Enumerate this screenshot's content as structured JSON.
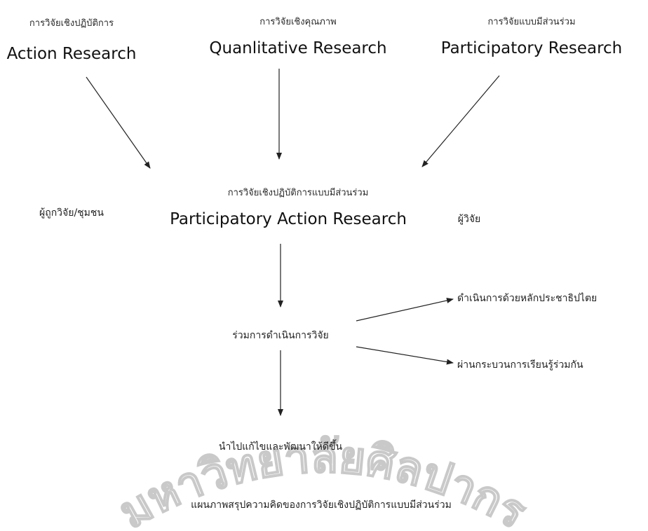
{
  "top": {
    "left": {
      "thai": "การวิจัยเชิงปฏิบัติการ",
      "english": "Action Research"
    },
    "center": {
      "thai": "การวิจัยเชิงคุณภาพ",
      "english": "Quanlitative Research"
    },
    "right": {
      "thai": "การวิจัยแบบมีส่วนร่วม",
      "english": "Participatory Research"
    }
  },
  "middle": {
    "thai": "การวิจัยเชิงปฏิบัติการแบบมีส่วนร่วม",
    "english": "Participatory Action Research",
    "left_side": "ผู้ถูกวิจัย/ชุมชน",
    "right_side": "ผู้วิจัย"
  },
  "process": {
    "step": "ร่วมการดำเนินการวิจัย",
    "branch_top": "ดำเนินการด้วยหลักประชาธิปไตย",
    "branch_bottom": "ผ่านกระบวนการเรียนรู้ร่วมกัน",
    "result": "นำไปแก้ไขและพัฒนาให้ดีขึ้น"
  },
  "watermark": {
    "text": "มหาวิทยาลัยศิลปากร"
  },
  "caption": "แผนภาพสรุปความคิดของการวิจัยเชิงปฏิบัติการแบบมีส่วนร่วม"
}
